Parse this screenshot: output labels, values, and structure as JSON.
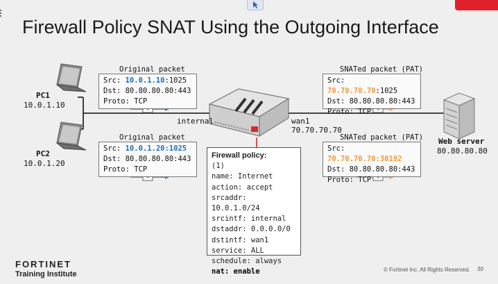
{
  "title": "Firewall Policy SNAT Using the Outgoing Interface",
  "pc1": {
    "name": "PC1",
    "ip": "10.0.1.10"
  },
  "pc2": {
    "name": "PC2",
    "ip": "10.0.1.20"
  },
  "server": {
    "name": "Web server",
    "ip": "80.80.80.80"
  },
  "firewall": {
    "if_internal": "internal",
    "if_wan": "wan1",
    "wan_ip": "70.70.70.70"
  },
  "pkt1": {
    "title": "Original packet",
    "src_prefix": "Src: ",
    "src_ip": "10.0.1.10",
    "src_port": ":1025",
    "dst": "Dst: 80.80.80.80:443",
    "proto": "Proto: TCP"
  },
  "pkt2": {
    "title": "Original packet",
    "src_prefix": "Src: ",
    "src_ipport": "10.0.1.20:1025",
    "dst": "Dst: 80.80.80.80:443",
    "proto": "Proto: TCP"
  },
  "pkt3": {
    "title": "SNATed packet (PAT)",
    "src_prefix": "Src: ",
    "src_ip": "70.70.70.70",
    "src_port": ":1025",
    "dst": "Dst: 80.80.80.80:443",
    "proto": "Proto: TCP"
  },
  "pkt4": {
    "title": "SNATed packet (PAT)",
    "src_prefix": "Src: ",
    "src_ipport": "70.70.70.70:30192",
    "dst": "Dst: 80.80.80.80:443",
    "proto": "Proto: TCP"
  },
  "policy": {
    "title": "Firewall policy:",
    "id": "(1)",
    "lines": [
      "name: Internet",
      "action: accept",
      "srcaddr: 10.0.1.0/24",
      "srcintf: internal",
      "dstaddr: 0.0.0.0/0",
      "dstintf: wan1",
      "service: ALL",
      "schedule: always"
    ],
    "nat": "nat: enable"
  },
  "footer": {
    "brand": "FORTINET",
    "sub": "Training Institute",
    "copyright": "© Fortinet Inc. All Rights Reserved.",
    "page": "30"
  },
  "colors": {
    "blue": "#1a6fc4",
    "orange": "#f0993a",
    "firewall_red": "#d9272e"
  }
}
